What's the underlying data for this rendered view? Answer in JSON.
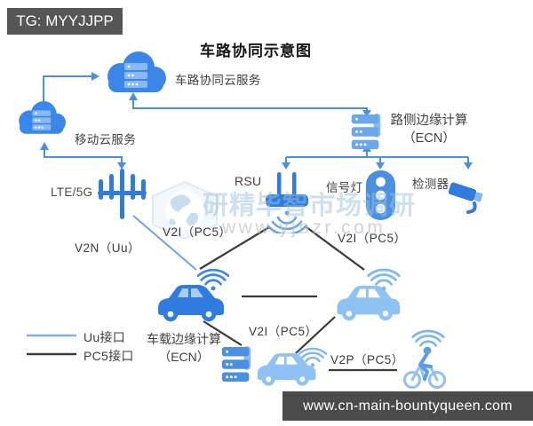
{
  "badges": {
    "tg": "TG: MYYJJPP",
    "site": "www.cn-main-bountyqueen.com"
  },
  "title": "车路协同示意图",
  "nodes": {
    "cloud_vr_label": "车路协同云服务",
    "cloud_mobile_label": "移动云服务",
    "lte_label": "LTE/5G",
    "roadside_ecn_line1": "路侧边缘计算",
    "roadside_ecn_line2": "（ECN）",
    "rsu_label": "RSU",
    "signal_label": "信号灯",
    "detector_label": "检测器",
    "vehicle_ecn_line1": "车载边缘计算",
    "vehicle_ecn_line2": "（ECN）"
  },
  "links": {
    "v2n": "V2N（Uu）",
    "v2i_rsu_left": "V2I（PC5）",
    "v2i_rsu_right": "V2I（PC5）",
    "v2i_car_car": "V2I（PC5）",
    "v2p": "V2P（PC5）"
  },
  "legend": {
    "uu": "Uu接口",
    "pc5": "PC5接口"
  },
  "watermark": {
    "brand": "研精毕智市场调研",
    "url": "www.yjbzr.com"
  },
  "colors": {
    "primary_blue": "#2e7ce0",
    "cloud_blue": "#3b87e9",
    "light_blue": "#8ec2f3",
    "connector_blue": "#4a90e2",
    "pc5_line": "#3a3a3a",
    "badge_gray": "#565656"
  }
}
